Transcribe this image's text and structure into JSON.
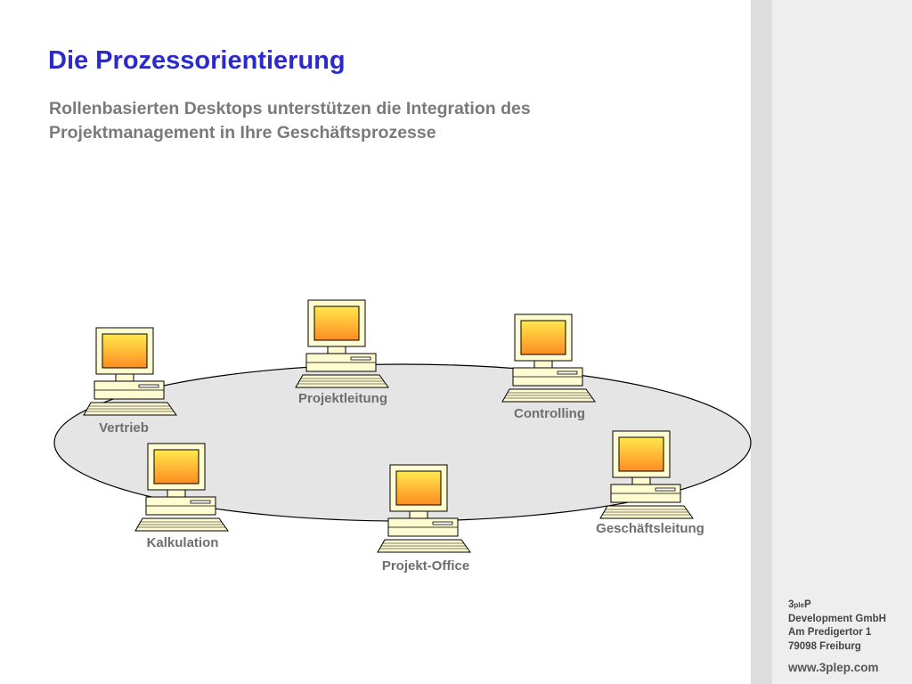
{
  "slide": {
    "title": "Die Prozessorientierung",
    "subtitle_lines": [
      "Rollenbasierten Desktops unterstützen die Integration des",
      "Projektmanagement in Ihre Geschäftsprozesse"
    ]
  },
  "network": {
    "nodes": [
      {
        "id": "vertrieb",
        "label": "Vertrieb"
      },
      {
        "id": "projektleitung",
        "label": "Projektleitung"
      },
      {
        "id": "controlling",
        "label": "Controlling"
      },
      {
        "id": "kalkulation",
        "label": "Kalkulation"
      },
      {
        "id": "projekt-office",
        "label": "Projekt-Office"
      },
      {
        "id": "geschaeftsleitung",
        "label": "Geschäftsleitung"
      }
    ],
    "ring_fill": "#e5e5e5",
    "screen_gradient": [
      "#ffe94d",
      "#ff8c22"
    ]
  },
  "sidebar": {
    "logo_prefix": "3",
    "logo_sub": "ple",
    "logo_suffix": "P",
    "company_lines": [
      "Development GmbH",
      "Am Predigertor 1",
      "79098 Freiburg"
    ],
    "website": "www.3plep.com"
  }
}
